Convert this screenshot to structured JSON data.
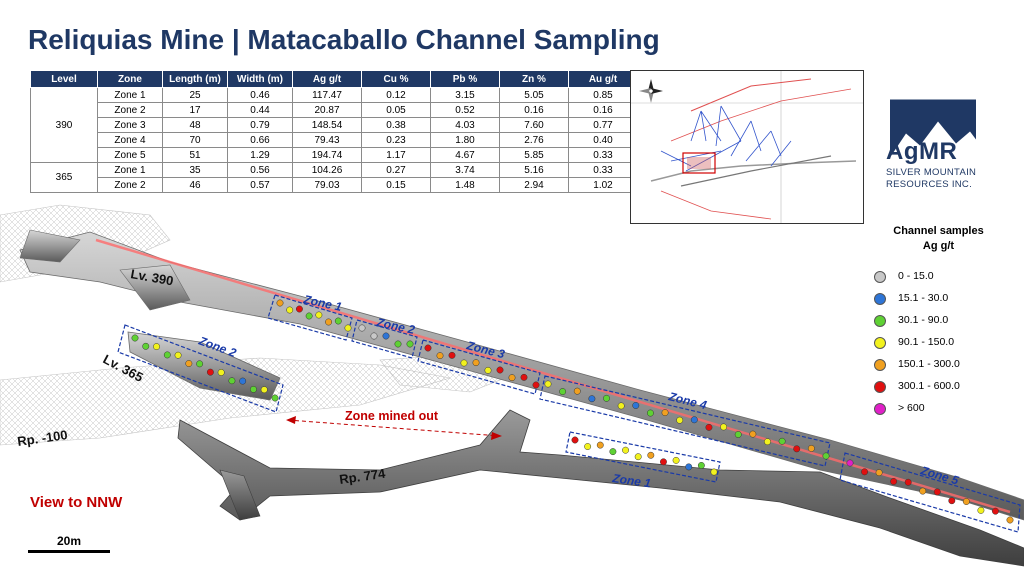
{
  "title": "Reliquias Mine | Matacaballo Channel Sampling",
  "table": {
    "headers": [
      "Level",
      "Zone",
      "Length (m)",
      "Width (m)",
      "Ag g/t",
      "Cu %",
      "Pb %",
      "Zn %",
      "Au g/t"
    ],
    "groups": [
      {
        "level": "390",
        "rows": [
          [
            "Zone 1",
            "25",
            "0.46",
            "117.47",
            "0.12",
            "3.15",
            "5.05",
            "0.85"
          ],
          [
            "Zone 2",
            "17",
            "0.44",
            "20.87",
            "0.05",
            "0.52",
            "0.16",
            "0.16"
          ],
          [
            "Zone 3",
            "48",
            "0.79",
            "148.54",
            "0.38",
            "4.03",
            "7.60",
            "0.77"
          ],
          [
            "Zone 4",
            "70",
            "0.66",
            "79.43",
            "0.23",
            "1.80",
            "2.76",
            "0.40"
          ],
          [
            "Zone 5",
            "51",
            "1.29",
            "194.74",
            "1.17",
            "4.67",
            "5.85",
            "0.33"
          ]
        ]
      },
      {
        "level": "365",
        "rows": [
          [
            "Zone 1",
            "35",
            "0.56",
            "104.26",
            "0.27",
            "3.74",
            "5.16",
            "0.33"
          ],
          [
            "Zone 2",
            "46",
            "0.57",
            "79.03",
            "0.15",
            "1.48",
            "2.94",
            "1.02"
          ]
        ]
      }
    ]
  },
  "logo": {
    "name": "AgMR",
    "line1": "SILVER MOUNTAIN",
    "line2": "RESOURCES INC.",
    "color": "#1f3864"
  },
  "legend": {
    "title_line1": "Channel samples",
    "title_line2": "Ag g/t",
    "items": [
      {
        "label": "0 - 15.0",
        "color": "#c8c8c8"
      },
      {
        "label": "15.1 - 30.0",
        "color": "#2e75d6"
      },
      {
        "label": "30.1 - 90.0",
        "color": "#5fd134"
      },
      {
        "label": "90.1 - 150.0",
        "color": "#f2f21e"
      },
      {
        "label": "150.1 - 300.0",
        "color": "#f0a020"
      },
      {
        "label": "300.1 - 600.0",
        "color": "#e01010"
      },
      {
        "label": "> 600",
        "color": "#e020c8"
      }
    ]
  },
  "scene": {
    "level_390": "Lv. 390",
    "level_365": "Lv. 365",
    "ramp_100": "Rp. -100",
    "ramp_774": "Rp. 774",
    "mined_out": "Zone mined out",
    "zones_390": [
      "Zone 1",
      "Zone 2",
      "Zone 3",
      "Zone 4",
      "Zone 5"
    ],
    "zones_365": [
      "Zone 2",
      "Zone 1"
    ]
  },
  "view_label": "View to NNW",
  "scale_label": "20m"
}
